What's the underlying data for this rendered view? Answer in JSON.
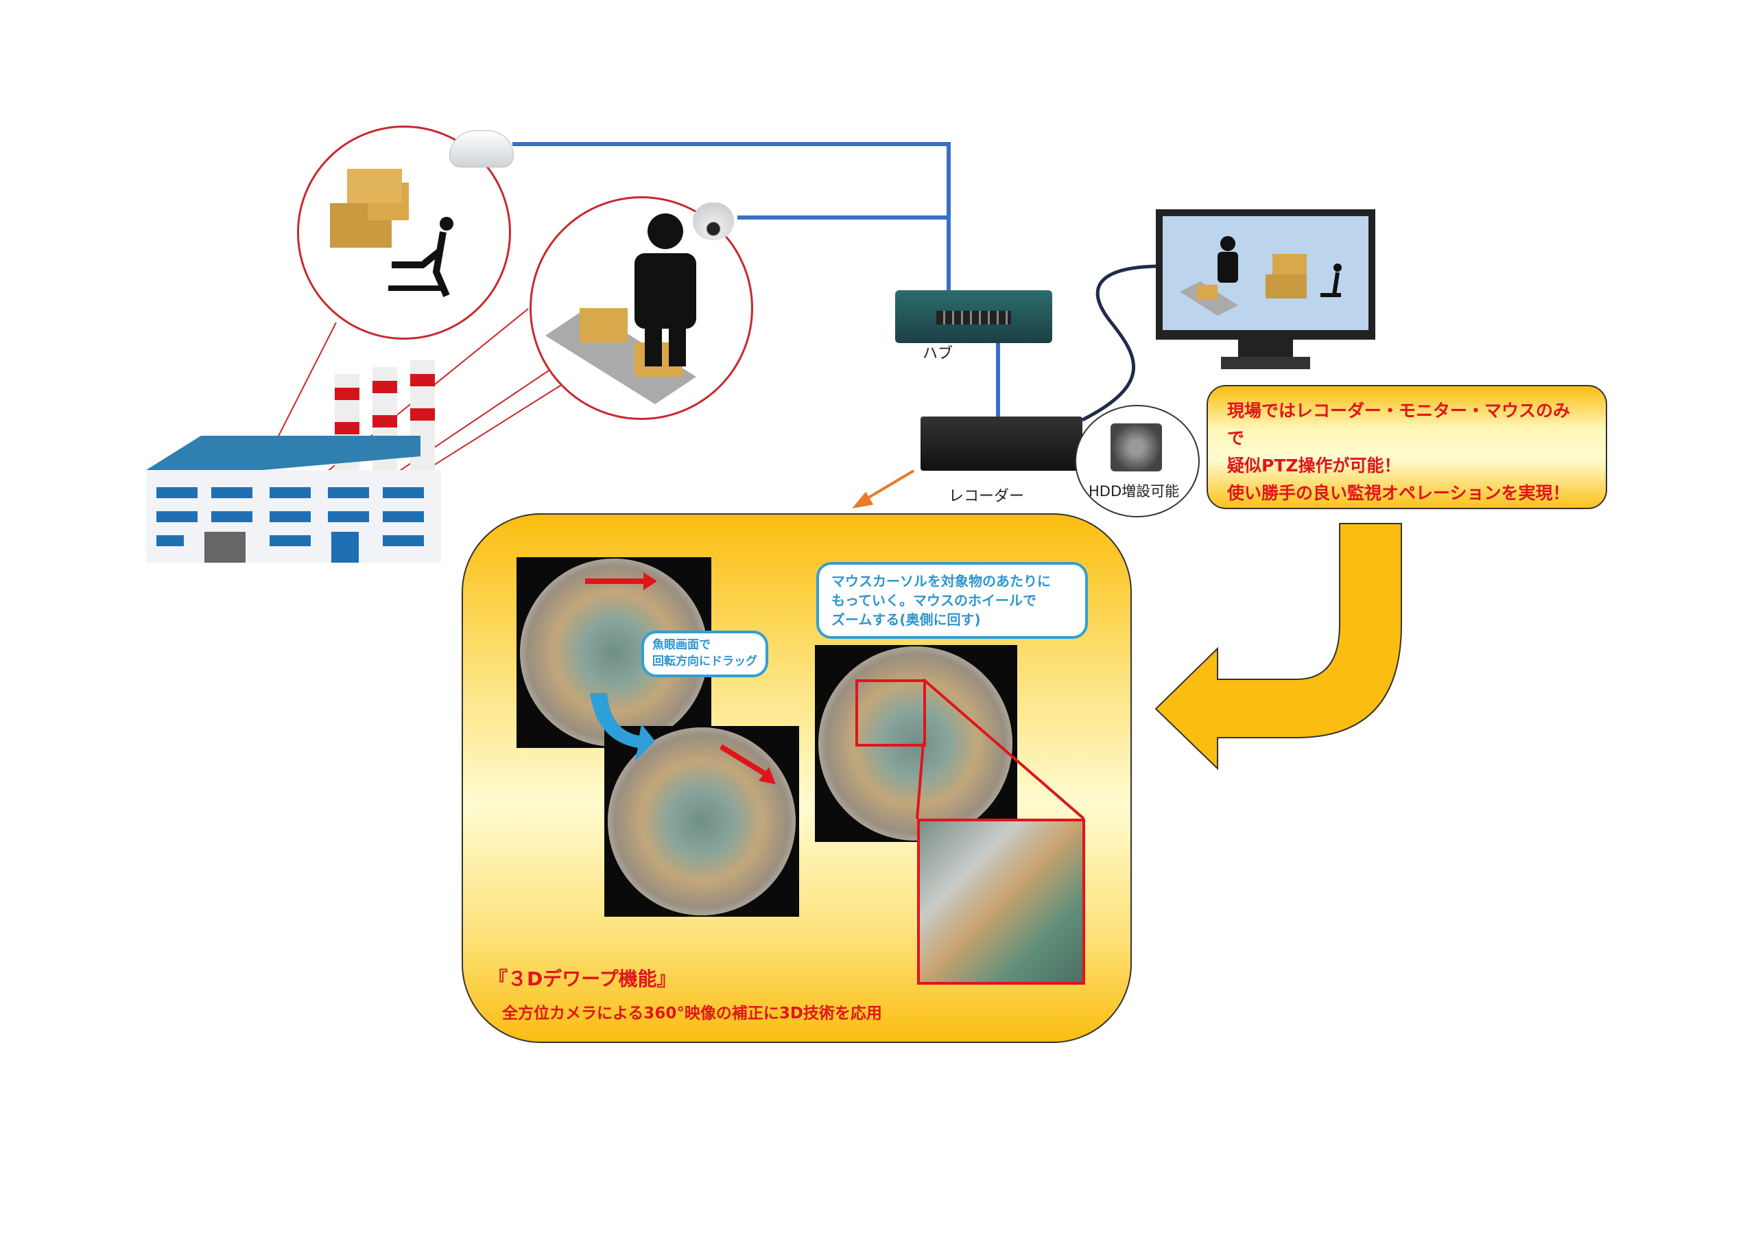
{
  "labels": {
    "hub": "ハブ",
    "recorder": "レコーダー",
    "hdd": "HDD増設可能"
  },
  "info_box": {
    "lines": [
      "現場ではレコーダー・モニター・マウスのみで",
      "疑似PTZ操作が可能！",
      "使い勝手の良い監視オペレーションを実現！"
    ]
  },
  "callouts": {
    "drag": [
      "魚眼画面で",
      "回転方向にドラッグ"
    ],
    "zoom": [
      "マウスカーソルを対象物のあたりに",
      "もっていく。マウスのホイールで",
      "ズームする(奥側に回す)"
    ]
  },
  "feature": {
    "title": "『３Dデワープ機能』",
    "subtitle": "全方位カメラによる360°映像の補正に3D技術を応用"
  },
  "colors": {
    "network_line": "#3a6fc4",
    "highlight_red": "#c9282d",
    "panel_yellow": "#fbbd10",
    "callout_blue": "#2e9fd8",
    "text_red": "#e0151b"
  }
}
